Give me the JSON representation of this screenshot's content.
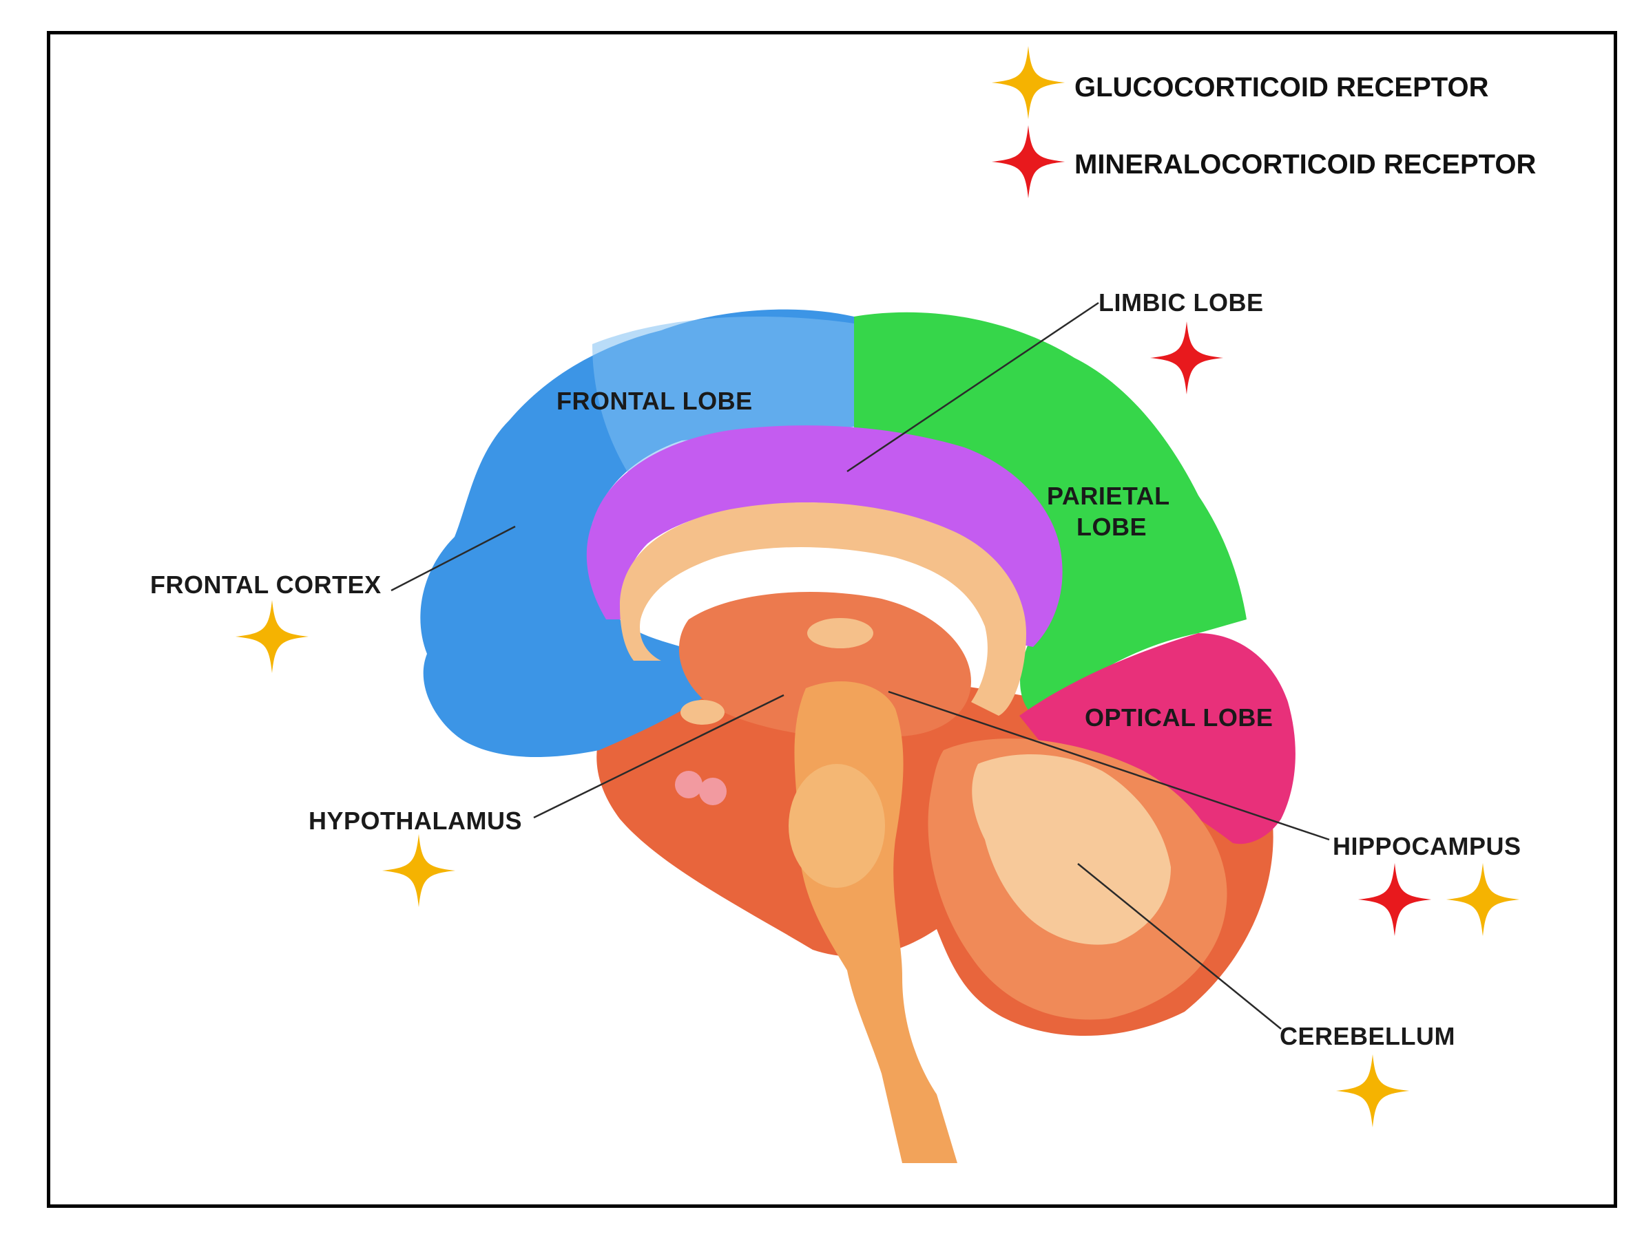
{
  "legend": {
    "glucocorticoid_label": "GLUCOCORTICOID RECEPTOR",
    "mineralocorticoid_label": "MINERALOCORTICOID RECEPTOR"
  },
  "labels": {
    "frontal_lobe": "FRONTAL LOBE",
    "limbic_lobe": "LIMBIC LOBE",
    "parietal_lobe_1": "PARIETAL",
    "parietal_lobe_2": "LOBE",
    "frontal_cortex": "FRONTAL CORTEX",
    "optical_lobe": "OPTICAL LOBE",
    "hypothalamus": "HYPOTHALAMUS",
    "hippocampus": "HIPPOCAMPUS",
    "cerebellum": "CEREBELLUM"
  },
  "colors": {
    "glucocorticoid_star": "#f5b301",
    "mineralocorticoid_star": "#e8191d",
    "frontal_lobe": "#3c95e6",
    "parietal_lobe": "#36d64a",
    "limbic_lobe": "#c45cf0",
    "optical_lobe": "#e8307a",
    "deep_structures": "#e8653c",
    "brainstem": "#f2a35a"
  }
}
